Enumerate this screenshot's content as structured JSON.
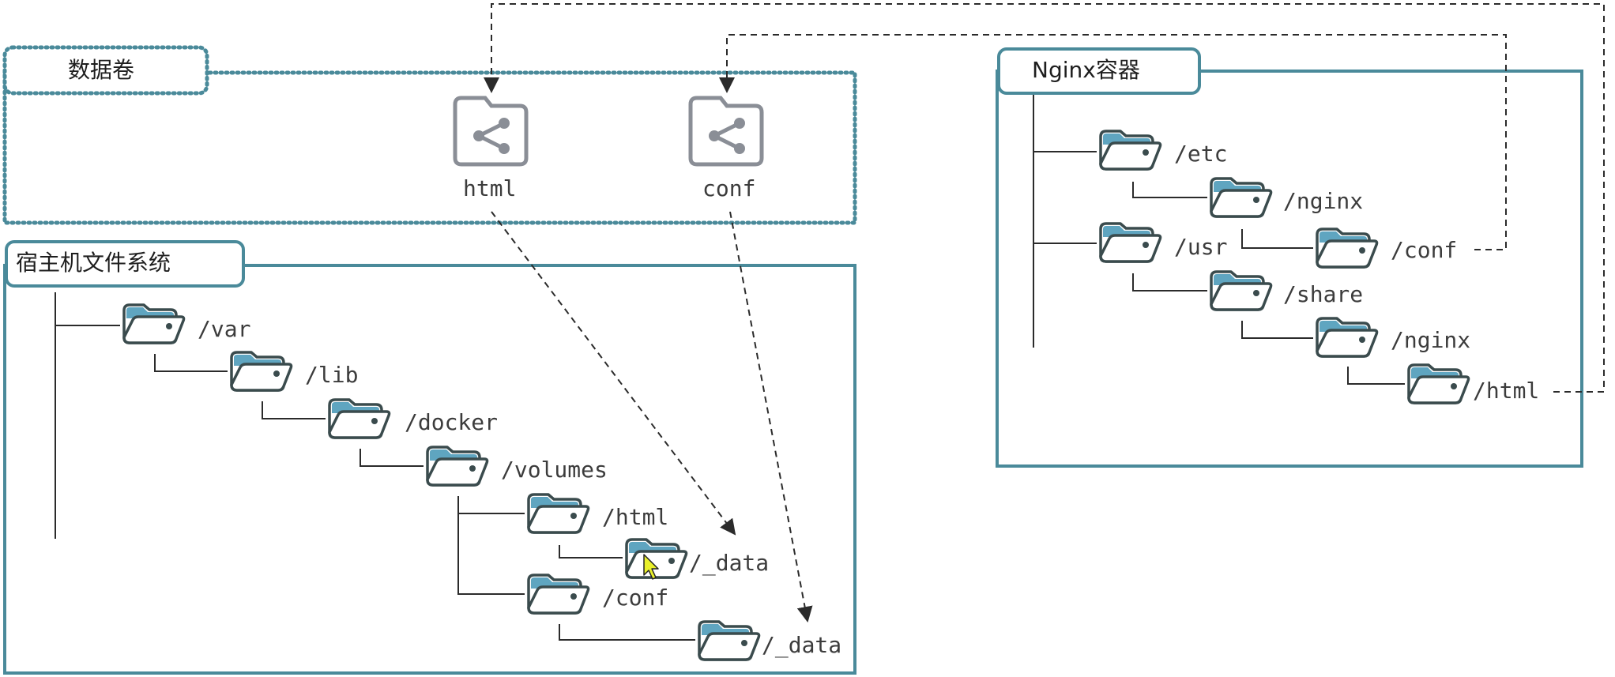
{
  "volume_group": {
    "title": "数据卷",
    "volumes": [
      "html",
      "conf"
    ]
  },
  "host_fs": {
    "title": "宿主机文件系统",
    "nodes": [
      "/var",
      "/lib",
      "/docker",
      "/volumes",
      "/html",
      "/_data",
      "/conf",
      "/_data"
    ]
  },
  "container": {
    "title": "Nginx容器",
    "nodes": [
      "/etc",
      "/nginx",
      "/usr",
      "/conf",
      "/share",
      "/nginx",
      "/html"
    ]
  },
  "colors": {
    "frame": "#4a8a9a",
    "folder_stroke": "#3a4b4d",
    "folder_tab": "#5fa5c0",
    "volume_icon": "#8a8e96",
    "link": "#2b2b2b"
  },
  "icons": {
    "folder": "folder-icon",
    "volume": "share-folder-icon",
    "cursor": "mouse-pointer-icon"
  }
}
